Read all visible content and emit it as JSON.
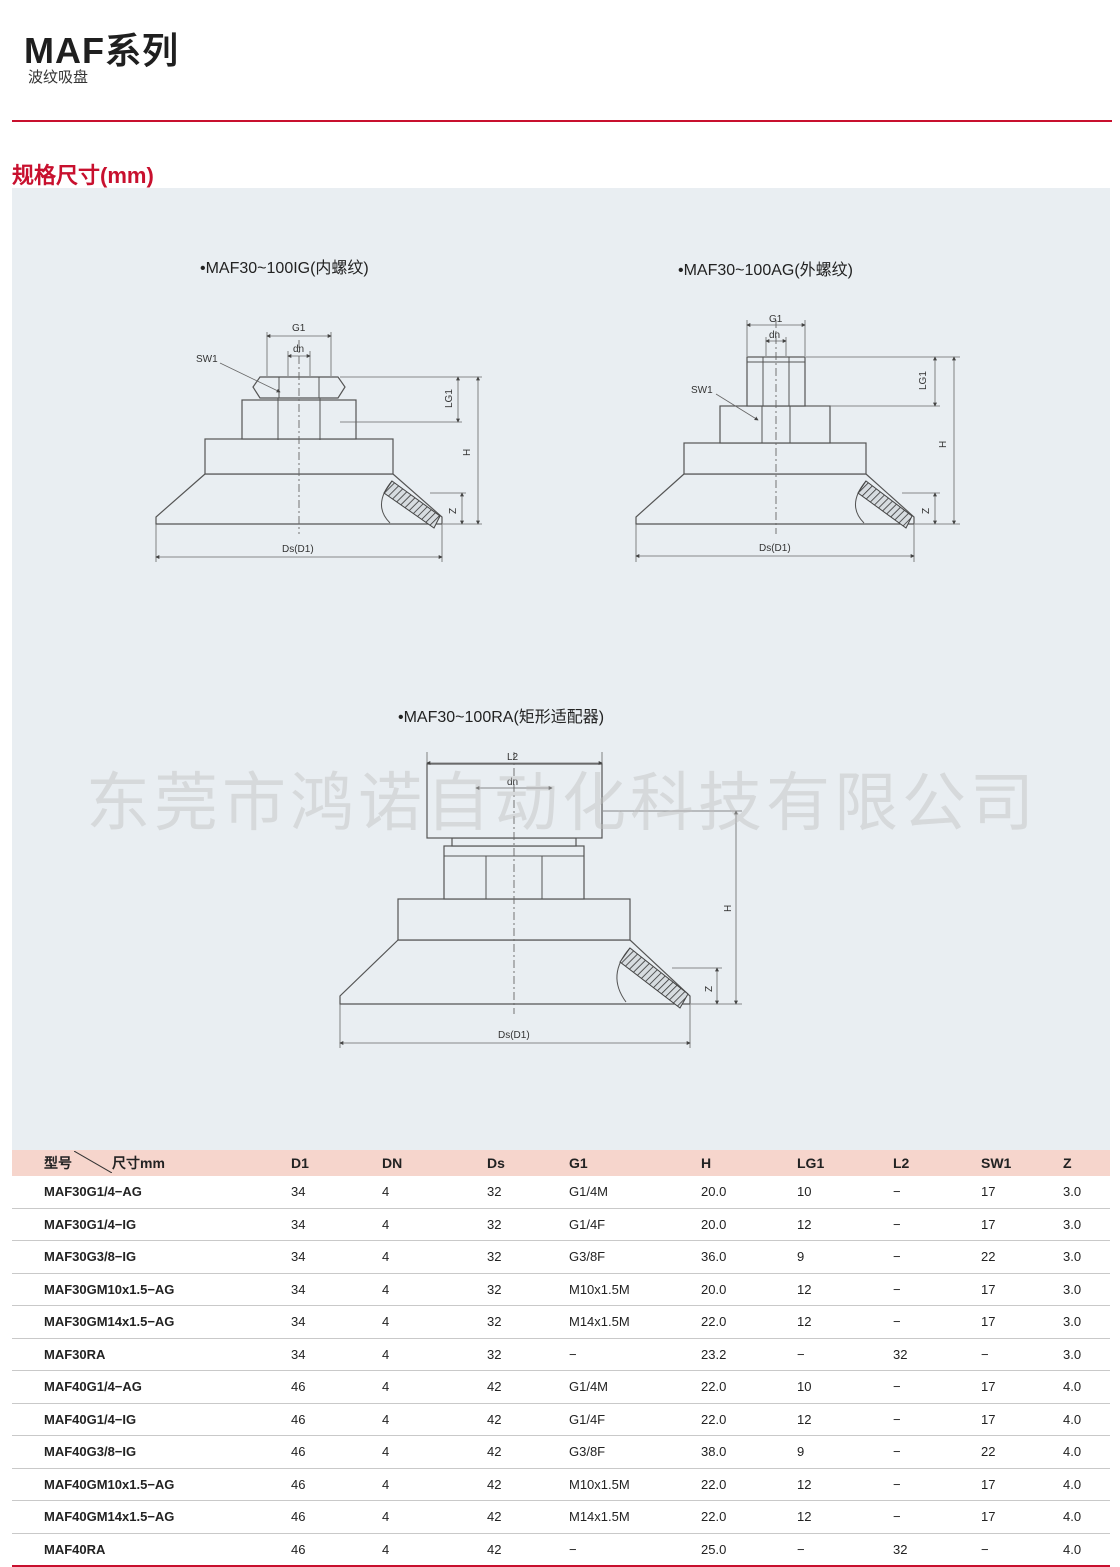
{
  "header": {
    "title": "MAF系列",
    "subtitle": "波纹吸盘"
  },
  "section": {
    "title": "规格尺寸(mm)"
  },
  "figures": {
    "ig": {
      "label": "•MAF30~100IG(内螺纹)",
      "dims": {
        "g1": "G1",
        "dn": "dn",
        "sw1": "SW1",
        "lg1": "LG1",
        "h": "H",
        "z": "Z",
        "ds": "Ds(D1)"
      }
    },
    "ag": {
      "label": "•MAF30~100AG(外螺纹)",
      "dims": {
        "g1": "G1",
        "dn": "dn",
        "sw1": "SW1",
        "lg1": "LG1",
        "h": "H",
        "z": "Z",
        "ds": "Ds(D1)"
      }
    },
    "ra": {
      "label": "•MAF30~100RA(矩形适配器)",
      "dims": {
        "l2": "L2",
        "dn": "dn",
        "h": "H",
        "z": "Z",
        "ds": "Ds(D1)"
      }
    }
  },
  "watermark": "东莞市鸿诺自动化科技有限公司",
  "table": {
    "header_model": "型号",
    "header_size": "尺寸mm",
    "columns": [
      "D1",
      "DN",
      "Ds",
      "G1",
      "H",
      "LG1",
      "L2",
      "SW1",
      "Z"
    ],
    "rows": [
      [
        "MAF30G1/4−AG",
        "34",
        "4",
        "32",
        "G1/4M",
        "20.0",
        "10",
        "−",
        "17",
        "3.0"
      ],
      [
        "MAF30G1/4−IG",
        "34",
        "4",
        "32",
        "G1/4F",
        "20.0",
        "12",
        "−",
        "17",
        "3.0"
      ],
      [
        "MAF30G3/8−IG",
        "34",
        "4",
        "32",
        "G3/8F",
        "36.0",
        "9",
        "−",
        "22",
        "3.0"
      ],
      [
        "MAF30GM10x1.5−AG",
        "34",
        "4",
        "32",
        "M10x1.5M",
        "20.0",
        "12",
        "−",
        "17",
        "3.0"
      ],
      [
        "MAF30GM14x1.5−AG",
        "34",
        "4",
        "32",
        "M14x1.5M",
        "22.0",
        "12",
        "−",
        "17",
        "3.0"
      ],
      [
        "MAF30RA",
        "34",
        "4",
        "32",
        "−",
        "23.2",
        "−",
        "32",
        "−",
        "3.0"
      ],
      [
        "MAF40G1/4−AG",
        "46",
        "4",
        "42",
        "G1/4M",
        "22.0",
        "10",
        "−",
        "17",
        "4.0"
      ],
      [
        "MAF40G1/4−IG",
        "46",
        "4",
        "42",
        "G1/4F",
        "22.0",
        "12",
        "−",
        "17",
        "4.0"
      ],
      [
        "MAF40G3/8−IG",
        "46",
        "4",
        "42",
        "G3/8F",
        "38.0",
        "9",
        "−",
        "22",
        "4.0"
      ],
      [
        "MAF40GM10x1.5−AG",
        "46",
        "4",
        "42",
        "M10x1.5M",
        "22.0",
        "12",
        "−",
        "17",
        "4.0"
      ],
      [
        "MAF40GM14x1.5−AG",
        "46",
        "4",
        "42",
        "M14x1.5M",
        "22.0",
        "12",
        "−",
        "17",
        "4.0"
      ],
      [
        "MAF40RA",
        "46",
        "4",
        "42",
        "−",
        "25.0",
        "−",
        "32",
        "−",
        "4.0"
      ]
    ]
  },
  "colors": {
    "accent": "#c8102e",
    "panel": "#e9eef2",
    "table_header": "#f6d5cc"
  }
}
